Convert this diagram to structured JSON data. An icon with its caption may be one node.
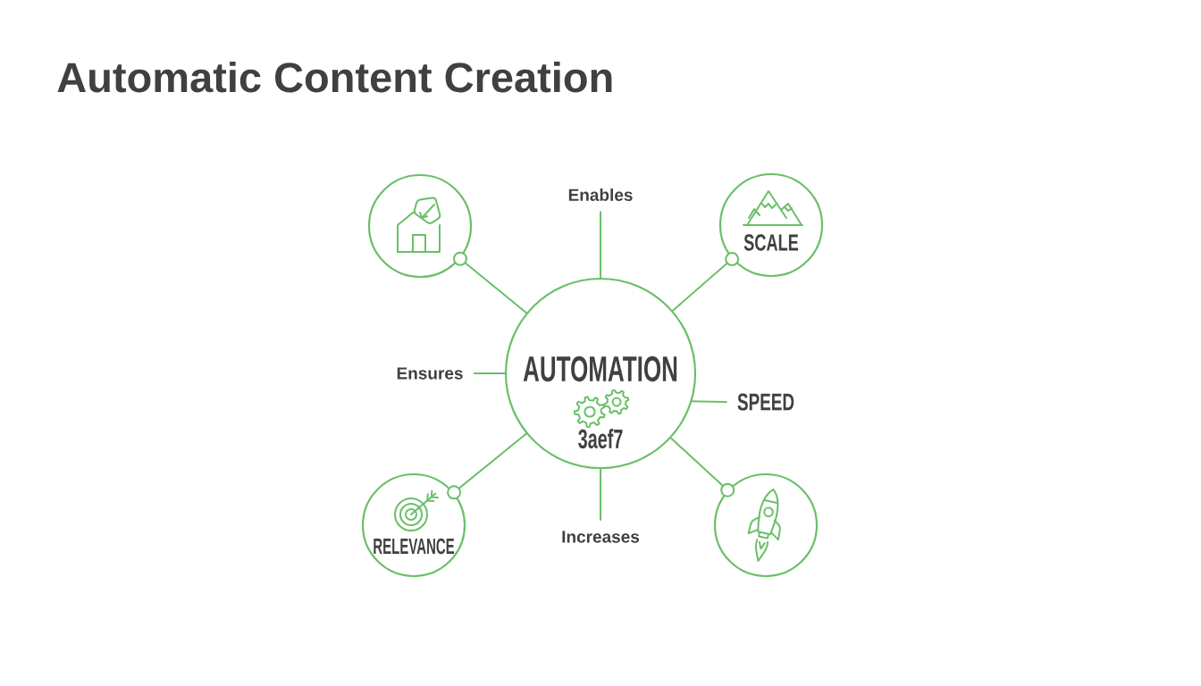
{
  "diagram": {
    "title": "Automatic Content Creation",
    "nodes": [
      {
        "text": [],
        "shape": "circle"
      },
      {
        "text": [
          "Enables"
        ]
      },
      {
        "text": [
          "SCALE"
        ]
      },
      {
        "text": [
          "Ensures"
        ]
      },
      {
        "text": [
          "AUTOMATION",
          "3aef7"
        ]
      },
      {
        "text": [
          "SPEED"
        ]
      },
      {
        "text": [
          "RELEVANCE"
        ]
      },
      {
        "text": [
          "Increases"
        ]
      },
      {
        "text": [],
        "shape": "circle"
      }
    ],
    "edges": [
      {
        "from": 4,
        "to": 0,
        "arrow": "other"
      },
      {
        "from": 4,
        "to": 1,
        "arrow": "none"
      },
      {
        "from": 4,
        "to": 2,
        "arrow": "other"
      },
      {
        "from": 4,
        "to": 3,
        "arrow": "none"
      },
      {
        "from": 4,
        "to": 5,
        "arrow": "none"
      },
      {
        "from": 4,
        "to": 6,
        "arrow": "other"
      },
      {
        "from": 4,
        "to": 7,
        "arrow": "none"
      },
      {
        "from": 4,
        "to": 8,
        "arrow": "other"
      }
    ]
  }
}
